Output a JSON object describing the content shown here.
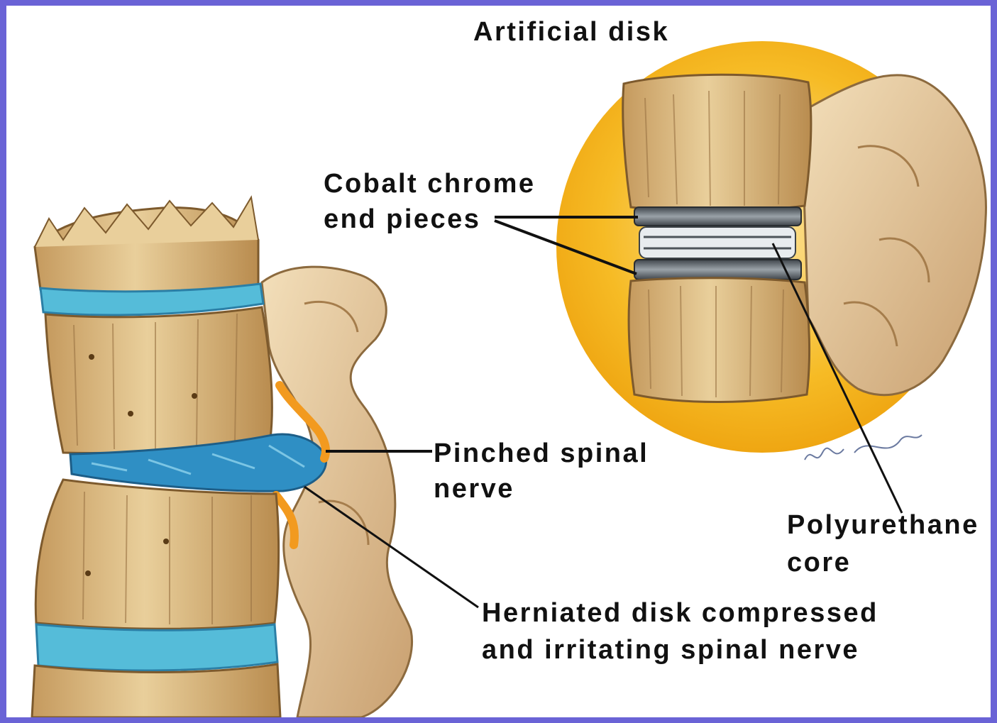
{
  "title": "Artificial disk",
  "labels": {
    "cobalt_line1": "Cobalt chrome",
    "cobalt_line2": "end pieces",
    "pinched_line1": "Pinched spinal",
    "pinched_line2": "nerve",
    "poly_line1": "Polyurethane",
    "poly_line2": "core",
    "herniated_line1": "Herniated disk compressed",
    "herniated_line2": "and irritating spinal nerve"
  },
  "colors": {
    "frame": "#6a63d6",
    "background": "#ffffff",
    "bone": "#d9b47c",
    "bone_shadow": "#a67d44",
    "disk_blue": "#4fb9d8",
    "herniated_blue": "#2f8fc4",
    "nerve": "#f29a1f",
    "halo": "#f5b41a",
    "metal": "#6b7177"
  }
}
